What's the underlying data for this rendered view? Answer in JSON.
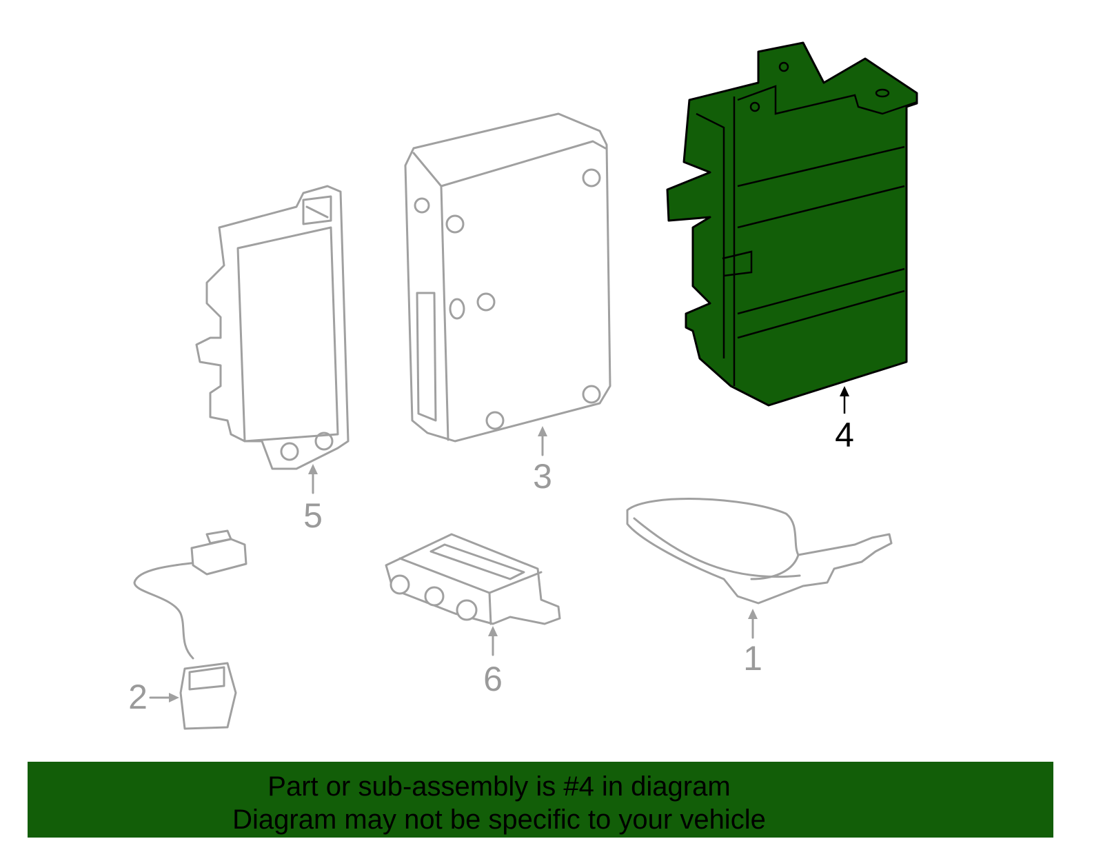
{
  "diagram": {
    "callouts": [
      {
        "id": "1",
        "label": "1"
      },
      {
        "id": "2",
        "label": "2"
      },
      {
        "id": "3",
        "label": "3"
      },
      {
        "id": "4",
        "label": "4",
        "highlighted": true
      },
      {
        "id": "5",
        "label": "5"
      },
      {
        "id": "6",
        "label": "6"
      }
    ],
    "highlight_color": "#125e08"
  },
  "banner": {
    "line1": "Part or sub-assembly is #4 in diagram",
    "line2": "Diagram may not be specific to your vehicle"
  }
}
